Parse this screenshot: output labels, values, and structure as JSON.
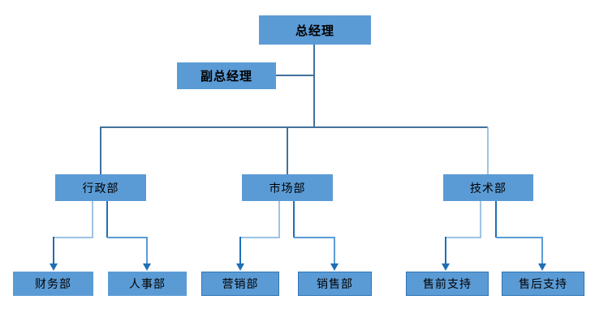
{
  "diagram": {
    "type": "org-chart",
    "nodes": [
      {
        "id": "gm",
        "label": "总经理",
        "parent": null
      },
      {
        "id": "deputy_gm",
        "label": "副总经理",
        "parent": "gm"
      },
      {
        "id": "admin",
        "label": "行政部",
        "parent": "gm"
      },
      {
        "id": "market",
        "label": "市场部",
        "parent": "gm"
      },
      {
        "id": "tech",
        "label": "技术部",
        "parent": "gm"
      },
      {
        "id": "finance",
        "label": "财务部",
        "parent": "admin"
      },
      {
        "id": "hr",
        "label": "人事部",
        "parent": "admin"
      },
      {
        "id": "marketing",
        "label": "营销部",
        "parent": "market"
      },
      {
        "id": "sales",
        "label": "销售部",
        "parent": "market"
      },
      {
        "id": "presales",
        "label": "售前支持",
        "parent": "tech"
      },
      {
        "id": "aftersales",
        "label": "售后支持",
        "parent": "tech"
      }
    ],
    "colors": {
      "box_fill": "#5B9BD5",
      "box_border": "#2E75B6",
      "line_trunk": "#41719C",
      "line_light": "#9DC3E6",
      "line_medium": "#5B9BD5",
      "line_dark": "#1F6FB5",
      "text": "#000000"
    }
  }
}
